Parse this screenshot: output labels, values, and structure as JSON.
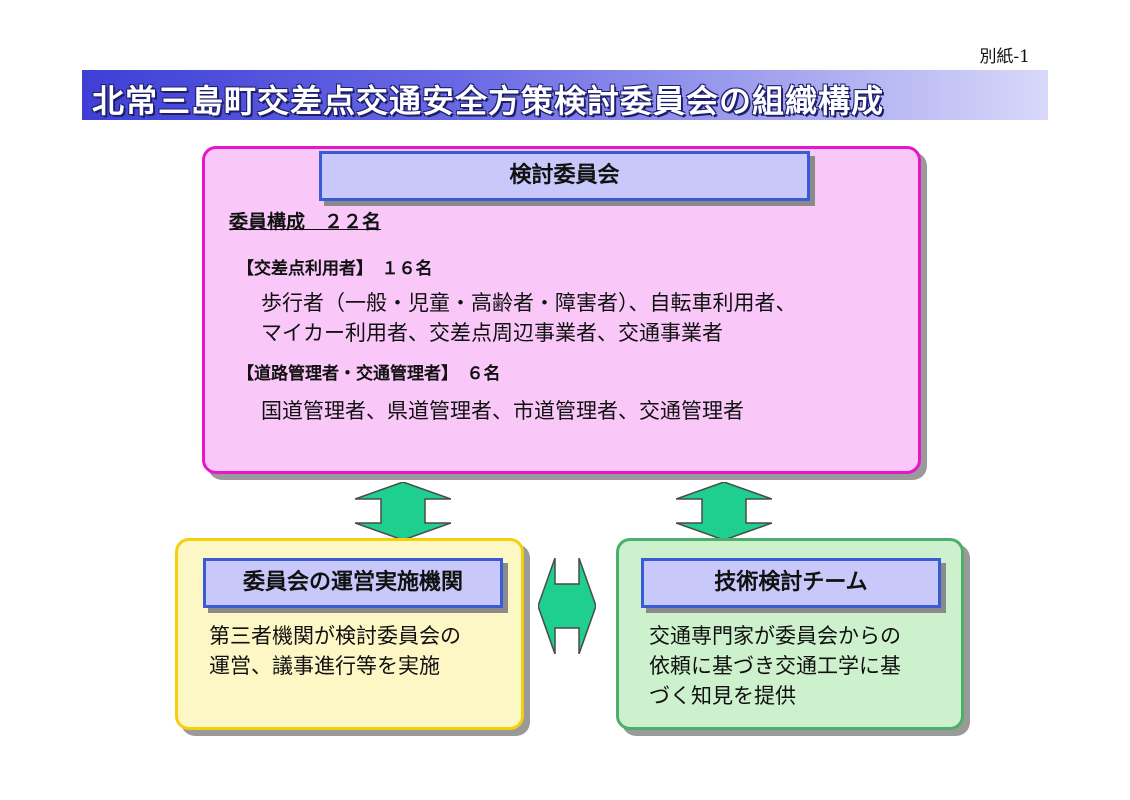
{
  "page_label": "別紙-1",
  "title": "北常三島町交差点交通安全方策検討委員会の組織構成",
  "committee": {
    "header": "検討委員会",
    "members_heading": "委員構成　２２名",
    "groups": [
      {
        "heading": "【交差点利用者】　１６名",
        "lines": [
          "歩行者（一般・児童・高齢者・障害者）、自転車利用者、",
          "マイカー利用者、交差点周辺事業者、交通事業者"
        ]
      },
      {
        "heading": "【道路管理者・交通管理者】　６名",
        "lines": [
          "国道管理者、県道管理者、市道管理者、交通管理者"
        ]
      }
    ]
  },
  "operations": {
    "header": "委員会の運営実施機関",
    "lines": [
      "第三者機関が検討委員会の",
      "運営、議事進行等を実施"
    ]
  },
  "technical_team": {
    "header": "技術検討チーム",
    "lines": [
      "交通専門家が委員会からの",
      "依頼に基づき交通工学に基",
      "づく知見を提供"
    ]
  },
  "colors": {
    "arrow_fill": "#1fcf8f",
    "committee_fill": "#f9c8f9",
    "committee_border": "#e617c9",
    "operations_fill": "#fdf7c6",
    "operations_border": "#f5cf0c",
    "technical_fill": "#cdf1cd",
    "technical_border": "#4caf6a",
    "header_fill": "#c8c8fb",
    "header_border": "#3a5bd6"
  }
}
